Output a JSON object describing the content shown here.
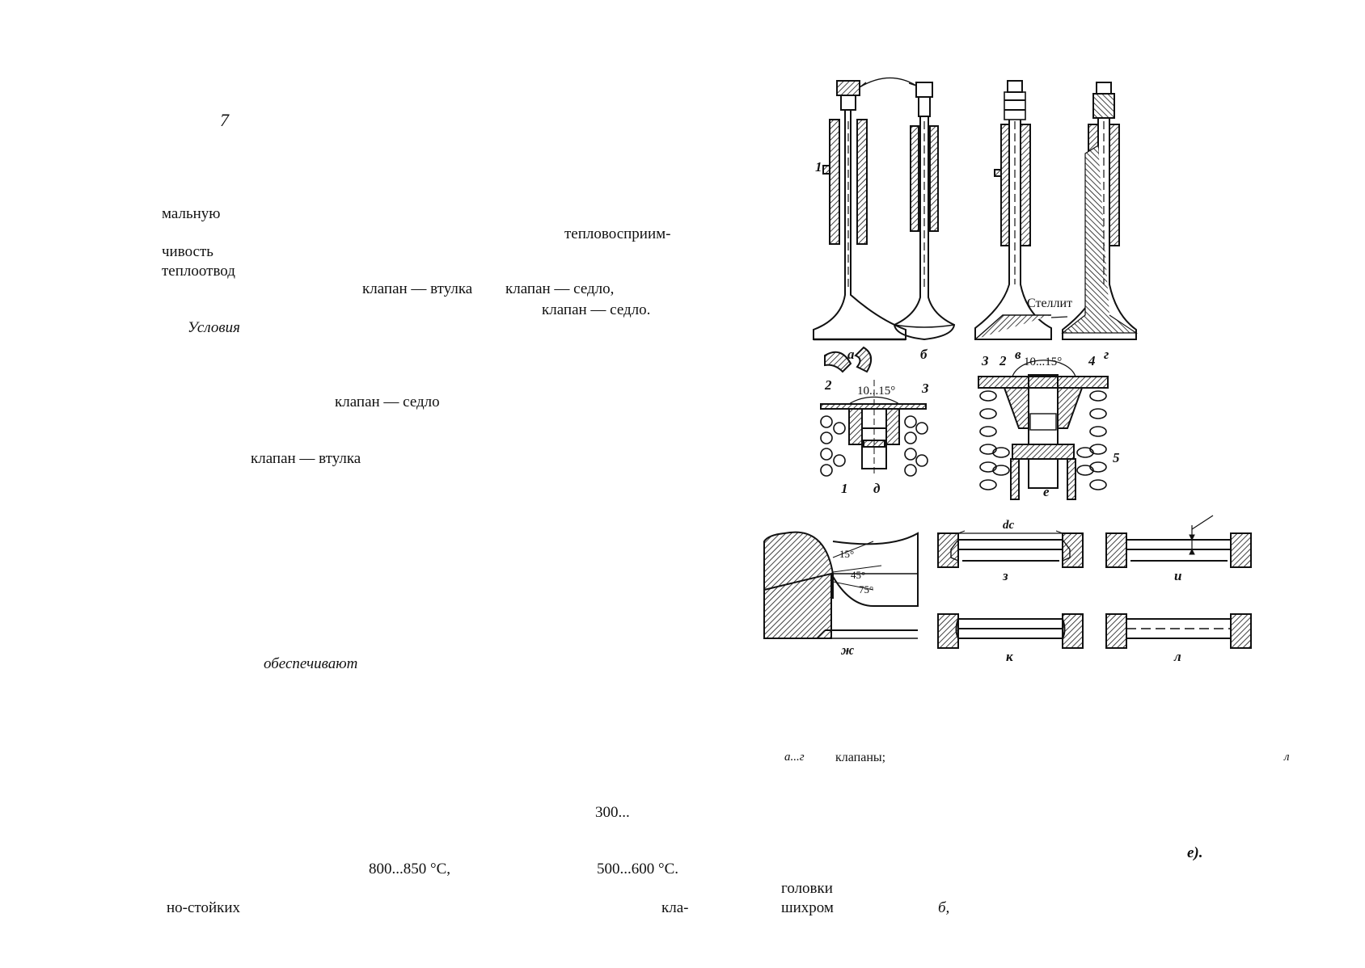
{
  "page": {
    "number": "7",
    "left_text": {
      "w1": "мальную",
      "w2": "тепловосприим-",
      "w3": "чивость",
      "w4": "теплоотвод",
      "w5": "клапан — втулка",
      "w6": "клапан — седло,",
      "w7": "клапан — седло.",
      "w8": "Условия",
      "w9": "клапан — седло",
      "w10": "клапан — втулка",
      "w11": "обеспечивают",
      "w12": "300...",
      "w13": "800...850 °С,",
      "w14": "500...600 °С.",
      "w15": "но-стойких",
      "w16": "кла-"
    },
    "right_text": {
      "caption_a": "а...г",
      "caption_b": "клапаны;",
      "caption_c": "л",
      "r1": "е).",
      "r2": "головки",
      "r3": "шихром",
      "r4": "б,"
    }
  },
  "figure": {
    "labels": {
      "a": "а",
      "b": "б",
      "v": "в",
      "g": "г",
      "d": "д",
      "e": "е",
      "zh": "ж",
      "z": "з",
      "i": "и",
      "k": "к",
      "l": "л",
      "stellite": "Стеллит",
      "n1": "1",
      "n2": "2",
      "n3": "3",
      "n4": "4",
      "n5": "5",
      "n1b": "1",
      "n2b": "2",
      "n3b": "3",
      "angle1": "10...15°",
      "angle2": "10...15°",
      "a15": "15°",
      "a45": "45°",
      "a75": "75°",
      "dc": "dс"
    }
  }
}
